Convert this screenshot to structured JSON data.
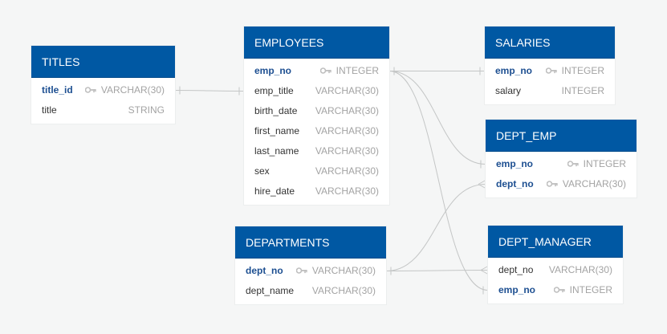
{
  "tables": {
    "titles": {
      "name": "TITLES",
      "columns": [
        {
          "name": "title_id",
          "type": "VARCHAR(30)",
          "pk": true
        },
        {
          "name": "title",
          "type": "STRING",
          "pk": false
        }
      ]
    },
    "employees": {
      "name": "EMPLOYEES",
      "columns": [
        {
          "name": "emp_no",
          "type": "INTEGER",
          "pk": true
        },
        {
          "name": "emp_title",
          "type": "VARCHAR(30)",
          "pk": false
        },
        {
          "name": "birth_date",
          "type": "VARCHAR(30)",
          "pk": false
        },
        {
          "name": "first_name",
          "type": "VARCHAR(30)",
          "pk": false
        },
        {
          "name": "last_name",
          "type": "VARCHAR(30)",
          "pk": false
        },
        {
          "name": "sex",
          "type": "VARCHAR(30)",
          "pk": false
        },
        {
          "name": "hire_date",
          "type": "VARCHAR(30)",
          "pk": false
        }
      ]
    },
    "salaries": {
      "name": "SALARIES",
      "columns": [
        {
          "name": "emp_no",
          "type": "INTEGER",
          "pk": true
        },
        {
          "name": "salary",
          "type": "INTEGER",
          "pk": false
        }
      ]
    },
    "dept_emp": {
      "name": "DEPT_EMP",
      "columns": [
        {
          "name": "emp_no",
          "type": "INTEGER",
          "pk": true
        },
        {
          "name": "dept_no",
          "type": "VARCHAR(30)",
          "pk": true
        }
      ]
    },
    "departments": {
      "name": "DEPARTMENTS",
      "columns": [
        {
          "name": "dept_no",
          "type": "VARCHAR(30)",
          "pk": true
        },
        {
          "name": "dept_name",
          "type": "VARCHAR(30)",
          "pk": false
        }
      ]
    },
    "dept_manager": {
      "name": "DEPT_MANAGER",
      "columns": [
        {
          "name": "dept_no",
          "type": "VARCHAR(30)",
          "pk": false
        },
        {
          "name": "emp_no",
          "type": "INTEGER",
          "pk": true
        }
      ]
    }
  },
  "relationships": [
    {
      "from": "titles.title_id",
      "to": "employees.emp_title"
    },
    {
      "from": "employees.emp_no",
      "to": "salaries.emp_no"
    },
    {
      "from": "employees.emp_no",
      "to": "dept_emp.emp_no"
    },
    {
      "from": "employees.emp_no",
      "to": "dept_manager.emp_no"
    },
    {
      "from": "departments.dept_no",
      "to": "dept_emp.dept_no"
    },
    {
      "from": "departments.dept_no",
      "to": "dept_manager.dept_no"
    }
  ],
  "colors": {
    "header": "#0058a3",
    "pk_text": "#1d4f91",
    "type_text": "#a3a3a3",
    "link": "#c4c6c6"
  }
}
